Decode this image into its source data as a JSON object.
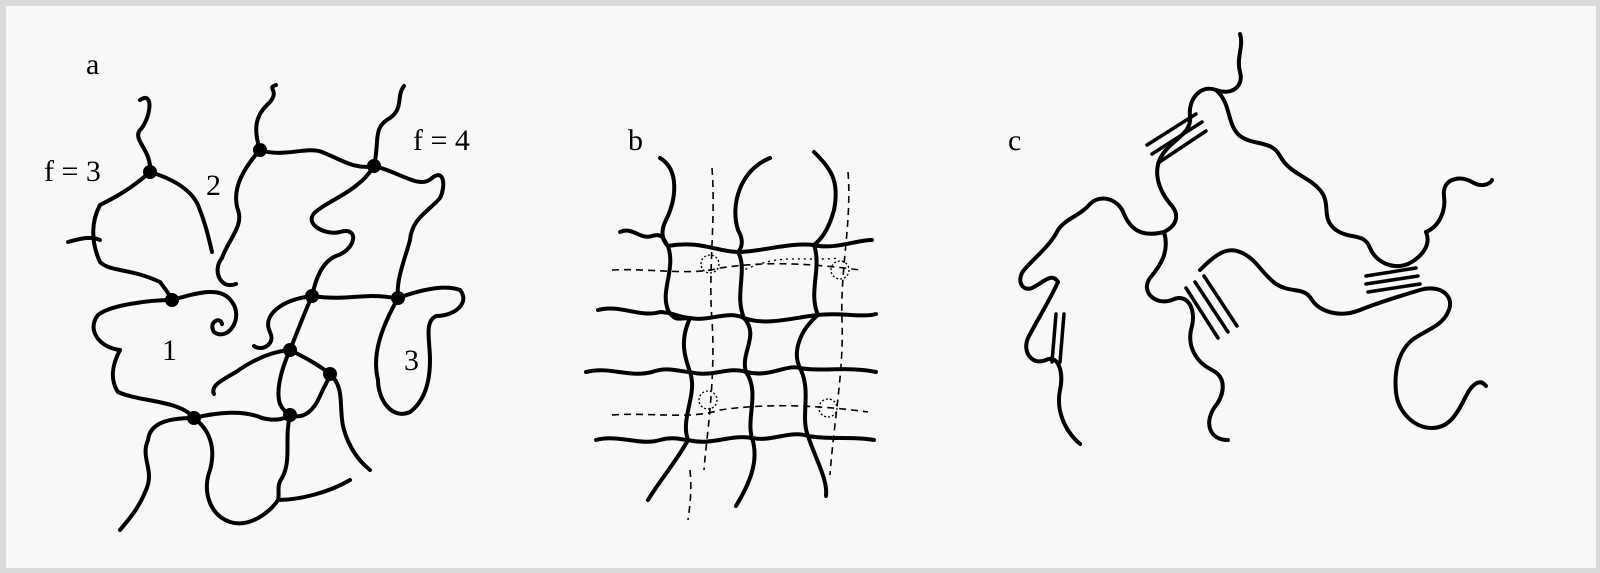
{
  "panels": {
    "a": {
      "label": "a",
      "functionality_left": "f = 3",
      "functionality_right": "f = 4",
      "loop_labels": [
        "1",
        "2",
        "3"
      ]
    },
    "b": {
      "label": "b"
    },
    "c": {
      "label": "c"
    }
  }
}
